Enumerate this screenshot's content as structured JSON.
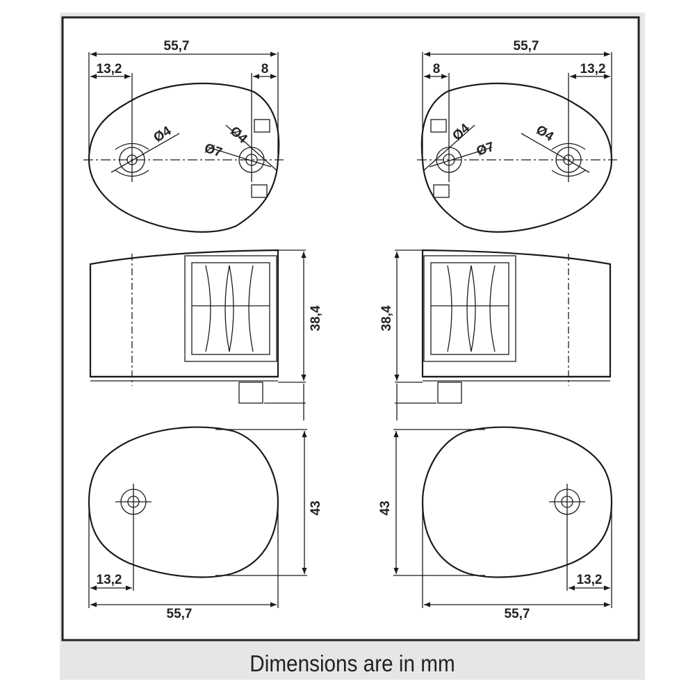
{
  "colors": {
    "panel_bg": "#e6e6e6",
    "frame": "#222222",
    "line": "#1a1a1a",
    "fill": "#ffffff",
    "text": "#222222"
  },
  "top_views": {
    "left": {
      "overall_width": "55,7",
      "hole_offset": "13,2",
      "edge_offset": "8",
      "small_hole_dia": "Ø4",
      "center_hole_dia_small": "Ø4",
      "center_hole_dia_large": "Ø7"
    },
    "right": {
      "overall_width": "55,7",
      "hole_offset": "13,2",
      "edge_offset": "8",
      "small_hole_dia": "Ø4",
      "center_hole_dia_small": "Ø4",
      "center_hole_dia_large": "Ø7"
    }
  },
  "side_views": {
    "left": {
      "height": "38,4"
    },
    "right": {
      "height": "38,4"
    }
  },
  "bottom_views": {
    "left": {
      "height": "43",
      "hole_offset": "13,2",
      "overall_width": "55,7"
    },
    "right": {
      "height": "43",
      "hole_offset": "13,2",
      "overall_width": "55,7"
    }
  },
  "caption": "Dimensions are in mm"
}
